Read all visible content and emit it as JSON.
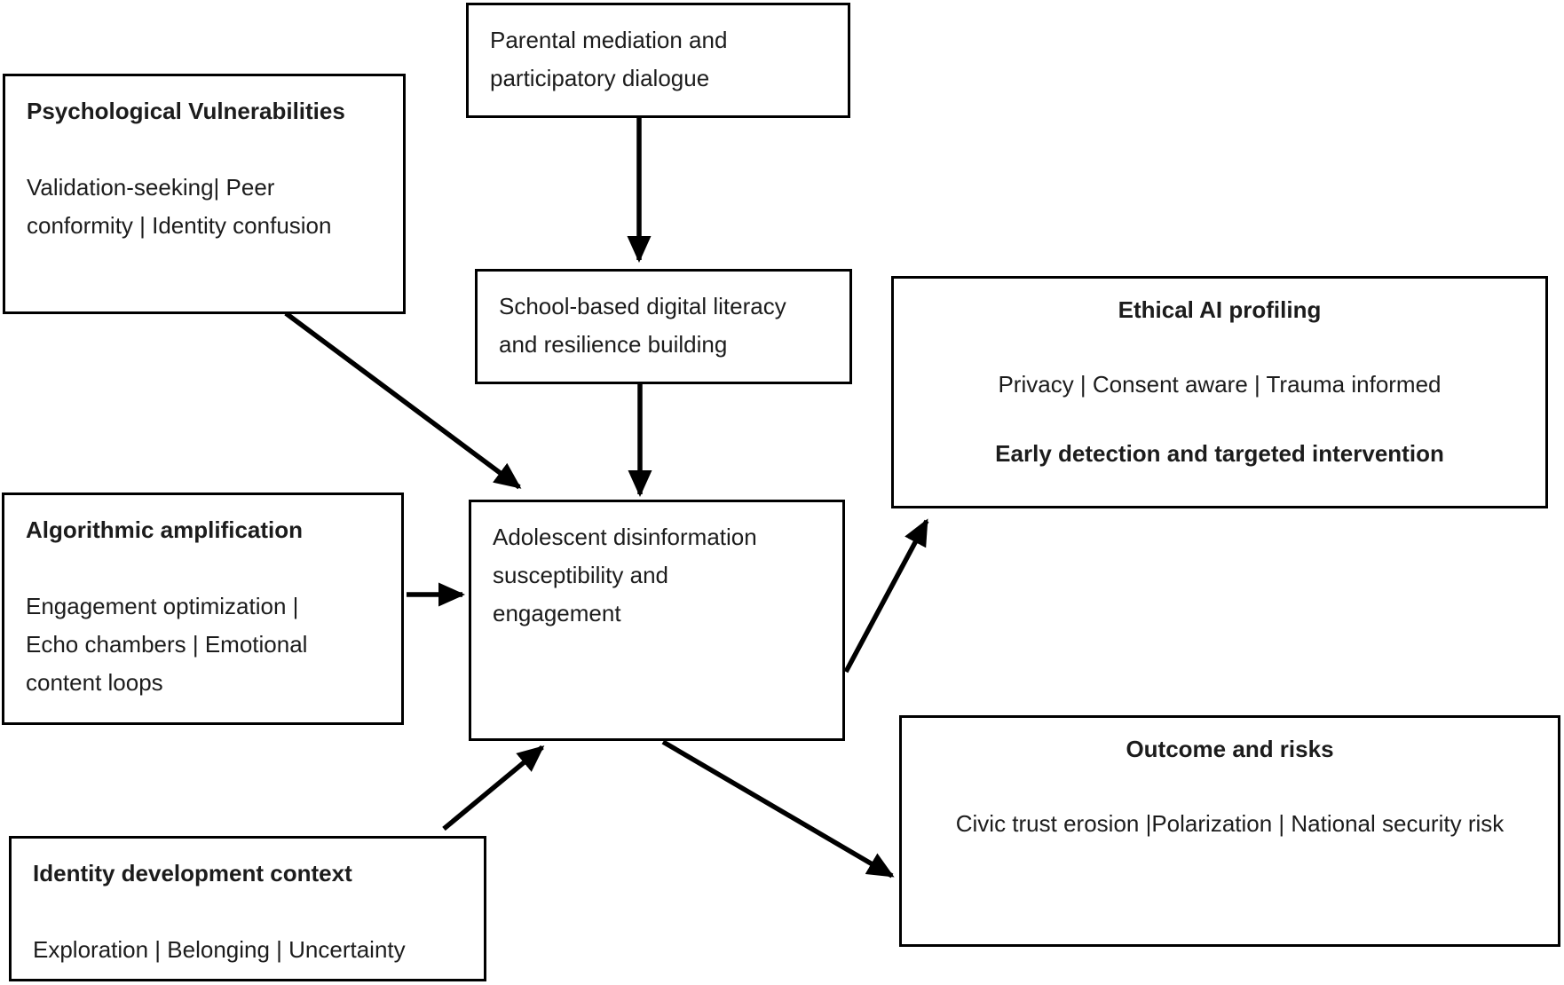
{
  "colors": {
    "background": "#ffffff",
    "box_border": "#000000",
    "text": "#1c1c1c",
    "arrow": "#000000"
  },
  "nodes": {
    "parental": {
      "lines": [
        "Parental mediation and",
        "participatory dialogue"
      ]
    },
    "psychological": {
      "title": "Psychological Vulnerabilities",
      "lines": [
        "Validation-seeking| Peer",
        "conformity | Identity confusion"
      ]
    },
    "school": {
      "lines": [
        "School-based digital literacy",
        "and resilience building"
      ]
    },
    "algorithmic": {
      "title": "Algorithmic amplification",
      "lines": [
        "Engagement optimization |",
        "Echo chambers | Emotional",
        "content loops"
      ]
    },
    "adolescent": {
      "lines": [
        "Adolescent disinformation",
        "susceptibility and",
        "engagement"
      ]
    },
    "ethical": {
      "title": "Ethical AI profiling",
      "items": "Privacy | Consent aware | Trauma informed",
      "note": "Early detection and targeted intervention"
    },
    "identity": {
      "title": "Identity development context",
      "items": "Exploration | Belonging | Uncertainty"
    },
    "outcome": {
      "title": "Outcome and risks",
      "items": "Civic trust erosion |Polarization | National security risk"
    }
  }
}
